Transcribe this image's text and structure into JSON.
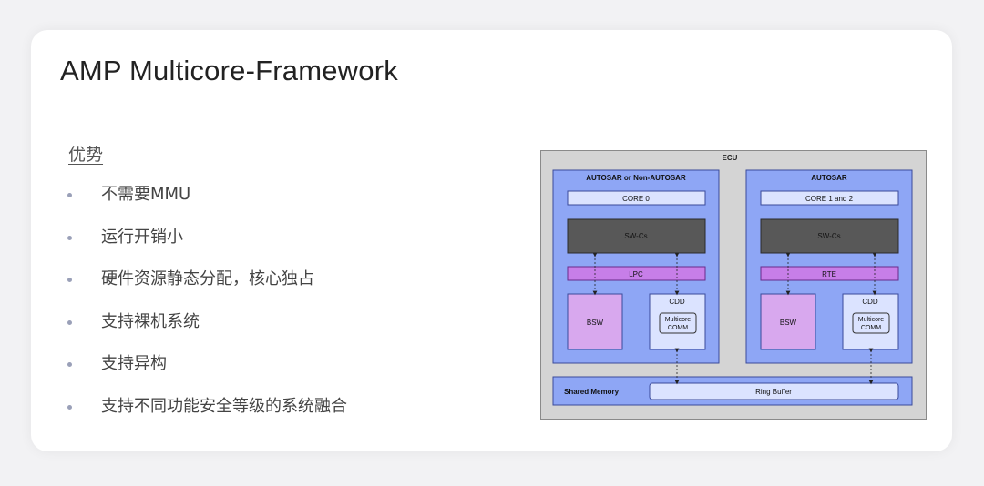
{
  "slide": {
    "title": "AMP Multicore-Framework",
    "section_heading": "优势",
    "bullets": [
      "不需要MMU",
      "运行开销小",
      "硬件资源静态分配，核心独占",
      "支持裸机系统",
      "支持异构",
      "支持不同功能安全等级的系统融合"
    ]
  },
  "diagram": {
    "ecu_label": "ECU",
    "left_block": {
      "title": "AUTOSAR or Non-AUTOSAR",
      "core": "CORE 0",
      "swc": "SW-Cs",
      "middle": "LPC",
      "bsw": "BSW",
      "cdd": "CDD",
      "comm_line1": "Multicore",
      "comm_line2": "COMM"
    },
    "right_block": {
      "title": "AUTOSAR",
      "core": "CORE 1 and 2",
      "swc": "SW-Cs",
      "middle": "RTE",
      "bsw": "BSW",
      "cdd": "CDD",
      "comm_line1": "Multicore",
      "comm_line2": "COMM"
    },
    "shared_memory_label": "Shared Memory",
    "ring_buffer_label": "Ring Buffer",
    "colors": {
      "outer": "#d4d4d4",
      "block_blue": "#8ea6f5",
      "core_fill": "#dbe3ff",
      "swc_fill": "#585858",
      "purple_bar": "#c77ee8",
      "bsw_fill": "#d8a8ee",
      "cdd_fill": "#dbe3ff"
    }
  }
}
